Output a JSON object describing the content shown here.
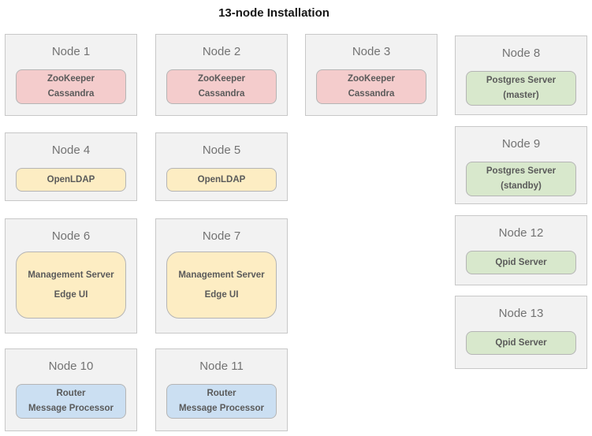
{
  "title": "13-node Installation",
  "palette": {
    "node_background": "#f2f2f2",
    "node_border": "#c8c8c8",
    "node_title_color": "#737373",
    "service_border": "#b5b5b5",
    "service_text_color": "#5a5a5a",
    "zookeeper_cassandra_pink": "#f4cccc",
    "openldap_management_cream": "#fdedc3",
    "postgres_qpid_green": "#d8e8cc",
    "router_processor_blue": "#cbdff2"
  },
  "nodes": [
    {
      "title": "Node 1",
      "lines": [
        "ZooKeeper",
        "Cassandra"
      ],
      "color": "#f4cccc"
    },
    {
      "title": "Node 2",
      "lines": [
        "ZooKeeper",
        "Cassandra"
      ],
      "color": "#f4cccc"
    },
    {
      "title": "Node 3",
      "lines": [
        "ZooKeeper",
        "Cassandra"
      ],
      "color": "#f4cccc"
    },
    {
      "title": "Node 4",
      "lines": [
        "OpenLDAP"
      ],
      "color": "#fdedc3"
    },
    {
      "title": "Node 5",
      "lines": [
        "OpenLDAP"
      ],
      "color": "#fdedc3"
    },
    {
      "title": "Node 6",
      "lines": [
        "Management Server",
        "Edge UI"
      ],
      "color": "#fdedc3"
    },
    {
      "title": "Node 7",
      "lines": [
        "Management Server",
        "Edge UI"
      ],
      "color": "#fdedc3"
    },
    {
      "title": "Node 8",
      "lines": [
        "Postgres Server",
        "(master)"
      ],
      "color": "#d8e8cc"
    },
    {
      "title": "Node 9",
      "lines": [
        "Postgres Server",
        "(standby)"
      ],
      "color": "#d8e8cc"
    },
    {
      "title": "Node 10",
      "lines": [
        "Router",
        "Message Processor"
      ],
      "color": "#cbdff2"
    },
    {
      "title": "Node 11",
      "lines": [
        "Router",
        "Message Processor"
      ],
      "color": "#cbdff2"
    },
    {
      "title": "Node 12",
      "lines": [
        "Qpid Server"
      ],
      "color": "#d8e8cc"
    },
    {
      "title": "Node 13",
      "lines": [
        "Qpid Server"
      ],
      "color": "#d8e8cc"
    }
  ]
}
